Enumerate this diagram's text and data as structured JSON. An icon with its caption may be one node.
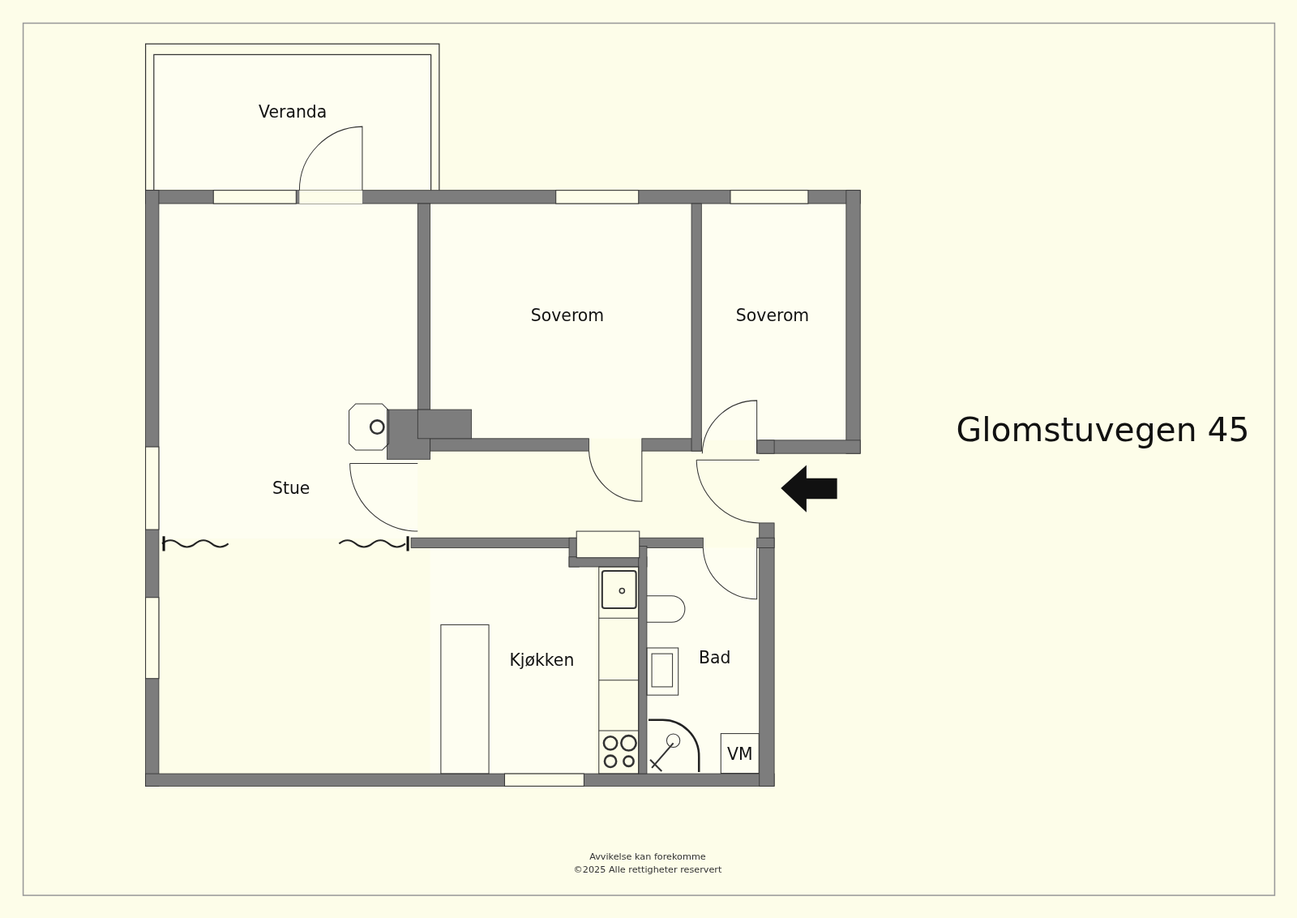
{
  "diagram": {
    "title": "Glomstuvegen 45",
    "nodes": [
      {
        "text": [
          "Veranda"
        ]
      },
      {
        "text": [
          "Soverom"
        ]
      },
      {
        "text": [
          "Soverom"
        ]
      },
      {
        "text": [
          "Stue"
        ]
      },
      {
        "text": [
          "Kjøkken"
        ]
      },
      {
        "text": [
          "Bad"
        ]
      },
      {
        "text": [
          "VM"
        ],
        "in": 5
      }
    ],
    "edges": [],
    "labels": [
      "Avvikelse kan forekomme",
      "©2025 Alle rettigheter reservert"
    ]
  }
}
